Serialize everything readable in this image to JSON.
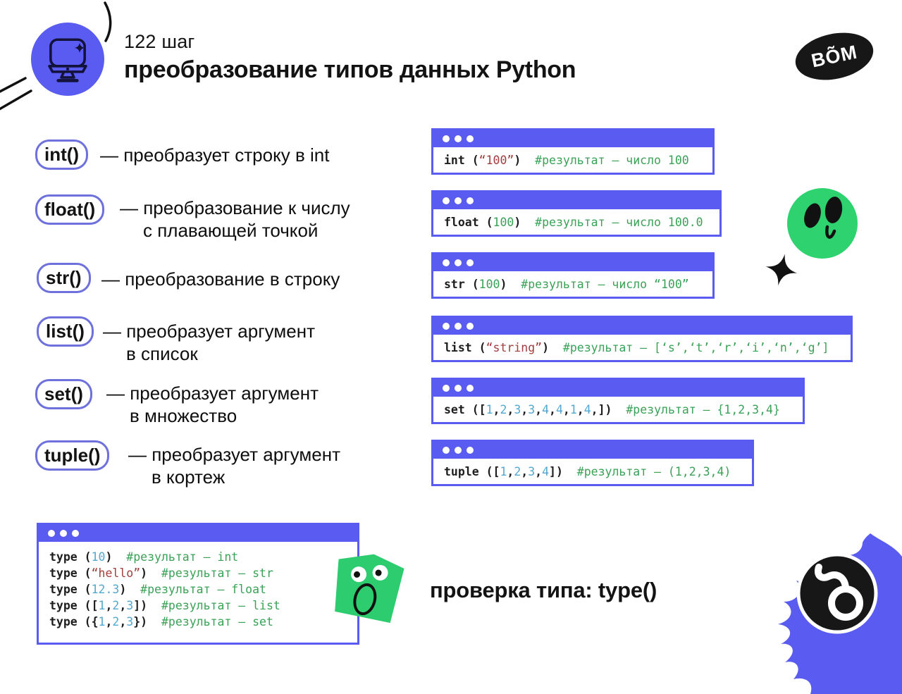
{
  "colors": {
    "accent": "#5a5bf0",
    "pill_border": "#6e70dc",
    "code": "#1e1e1e",
    "string": "#a33d3d",
    "comment": "#3aa157",
    "number": "#54a8cf",
    "character_green": "#2dcc6e",
    "logo_black": "#171717"
  },
  "header": {
    "step": "122 шаг",
    "title": "преобразование типов данных Python",
    "logo": "ВÕМ"
  },
  "functions": [
    {
      "name": "int()",
      "line1": "— преобразует строку в int",
      "line2": ""
    },
    {
      "name": "float()",
      "line1": "— преобразование к числу",
      "line2": "с плавающей точкой"
    },
    {
      "name": "str()",
      "line1": "— преобразование в строку",
      "line2": ""
    },
    {
      "name": "list()",
      "line1": "— преобразует аргумент",
      "line2": "в список"
    },
    {
      "name": "set()",
      "line1": "— преобразует аргумент",
      "line2": "в множество"
    },
    {
      "name": "tuple()",
      "line1": "— преобразует аргумент",
      "line2": "в кортеж"
    }
  ],
  "code_windows": [
    {
      "name": "int-example",
      "lines": [
        [
          {
            "t": "int (",
            "c": "code"
          },
          {
            "t": "“100”",
            "c": "string"
          },
          {
            "t": ")  ",
            "c": "code"
          },
          {
            "t": "#результат – число 100",
            "c": "comment"
          }
        ]
      ]
    },
    {
      "name": "float-example",
      "lines": [
        [
          {
            "t": "float (",
            "c": "code"
          },
          {
            "t": "100",
            "c": "comment"
          },
          {
            "t": ")  ",
            "c": "code"
          },
          {
            "t": "#результат – число 100.0",
            "c": "comment"
          }
        ]
      ]
    },
    {
      "name": "str-example",
      "lines": [
        [
          {
            "t": "str (",
            "c": "code"
          },
          {
            "t": "100",
            "c": "comment"
          },
          {
            "t": ")  ",
            "c": "code"
          },
          {
            "t": "#результат – число “100”",
            "c": "comment"
          }
        ]
      ]
    },
    {
      "name": "list-example",
      "lines": [
        [
          {
            "t": "list (",
            "c": "code"
          },
          {
            "t": "“string”",
            "c": "string"
          },
          {
            "t": ")  ",
            "c": "code"
          },
          {
            "t": "#результат – [‘s’,‘t’,‘r’,‘i’,‘n’,‘g’]",
            "c": "comment"
          }
        ]
      ]
    },
    {
      "name": "set-example",
      "lines": [
        [
          {
            "t": "set ([",
            "c": "code"
          },
          {
            "t": "1",
            "c": "number"
          },
          {
            "t": ",",
            "c": "code"
          },
          {
            "t": "2",
            "c": "number"
          },
          {
            "t": ",",
            "c": "code"
          },
          {
            "t": "3",
            "c": "number"
          },
          {
            "t": ",",
            "c": "code"
          },
          {
            "t": "3",
            "c": "number"
          },
          {
            "t": ",",
            "c": "code"
          },
          {
            "t": "4",
            "c": "number"
          },
          {
            "t": ",",
            "c": "code"
          },
          {
            "t": "4",
            "c": "number"
          },
          {
            "t": ",",
            "c": "code"
          },
          {
            "t": "1",
            "c": "number"
          },
          {
            "t": ",",
            "c": "code"
          },
          {
            "t": "4",
            "c": "number"
          },
          {
            "t": ",])  ",
            "c": "code"
          },
          {
            "t": "#результат – {1,2,3,4}",
            "c": "comment"
          }
        ]
      ]
    },
    {
      "name": "tuple-example",
      "lines": [
        [
          {
            "t": "tuple ([",
            "c": "code"
          },
          {
            "t": "1",
            "c": "number"
          },
          {
            "t": ",",
            "c": "code"
          },
          {
            "t": "2",
            "c": "number"
          },
          {
            "t": ",",
            "c": "code"
          },
          {
            "t": "3",
            "c": "number"
          },
          {
            "t": ",",
            "c": "code"
          },
          {
            "t": "4",
            "c": "number"
          },
          {
            "t": "])  ",
            "c": "code"
          },
          {
            "t": "#результат – (1,2,3,4)",
            "c": "comment"
          }
        ]
      ]
    },
    {
      "name": "type-example",
      "lines": [
        [
          {
            "t": "type (",
            "c": "code"
          },
          {
            "t": "10",
            "c": "number"
          },
          {
            "t": ")  ",
            "c": "code"
          },
          {
            "t": "#результат – int",
            "c": "comment"
          }
        ],
        [
          {
            "t": "type (",
            "c": "code"
          },
          {
            "t": "“hello”",
            "c": "string"
          },
          {
            "t": ")  ",
            "c": "code"
          },
          {
            "t": "#результат – str",
            "c": "comment"
          }
        ],
        [
          {
            "t": "type (",
            "c": "code"
          },
          {
            "t": "12.3",
            "c": "number"
          },
          {
            "t": ")  ",
            "c": "code"
          },
          {
            "t": "#результат – float",
            "c": "comment"
          }
        ],
        [
          {
            "t": "type ([",
            "c": "code"
          },
          {
            "t": "1",
            "c": "number"
          },
          {
            "t": ",",
            "c": "code"
          },
          {
            "t": "2",
            "c": "number"
          },
          {
            "t": ",",
            "c": "code"
          },
          {
            "t": "3",
            "c": "number"
          },
          {
            "t": "])  ",
            "c": "code"
          },
          {
            "t": "#результат – list",
            "c": "comment"
          }
        ],
        [
          {
            "t": "type ({",
            "c": "code"
          },
          {
            "t": "1",
            "c": "number"
          },
          {
            "t": ",",
            "c": "code"
          },
          {
            "t": "2",
            "c": "number"
          },
          {
            "t": ",",
            "c": "code"
          },
          {
            "t": "3",
            "c": "number"
          },
          {
            "t": "})  ",
            "c": "code"
          },
          {
            "t": "#результат – set",
            "c": "comment"
          }
        ]
      ]
    }
  ],
  "footer": {
    "check_label": "проверка типа: type()"
  }
}
